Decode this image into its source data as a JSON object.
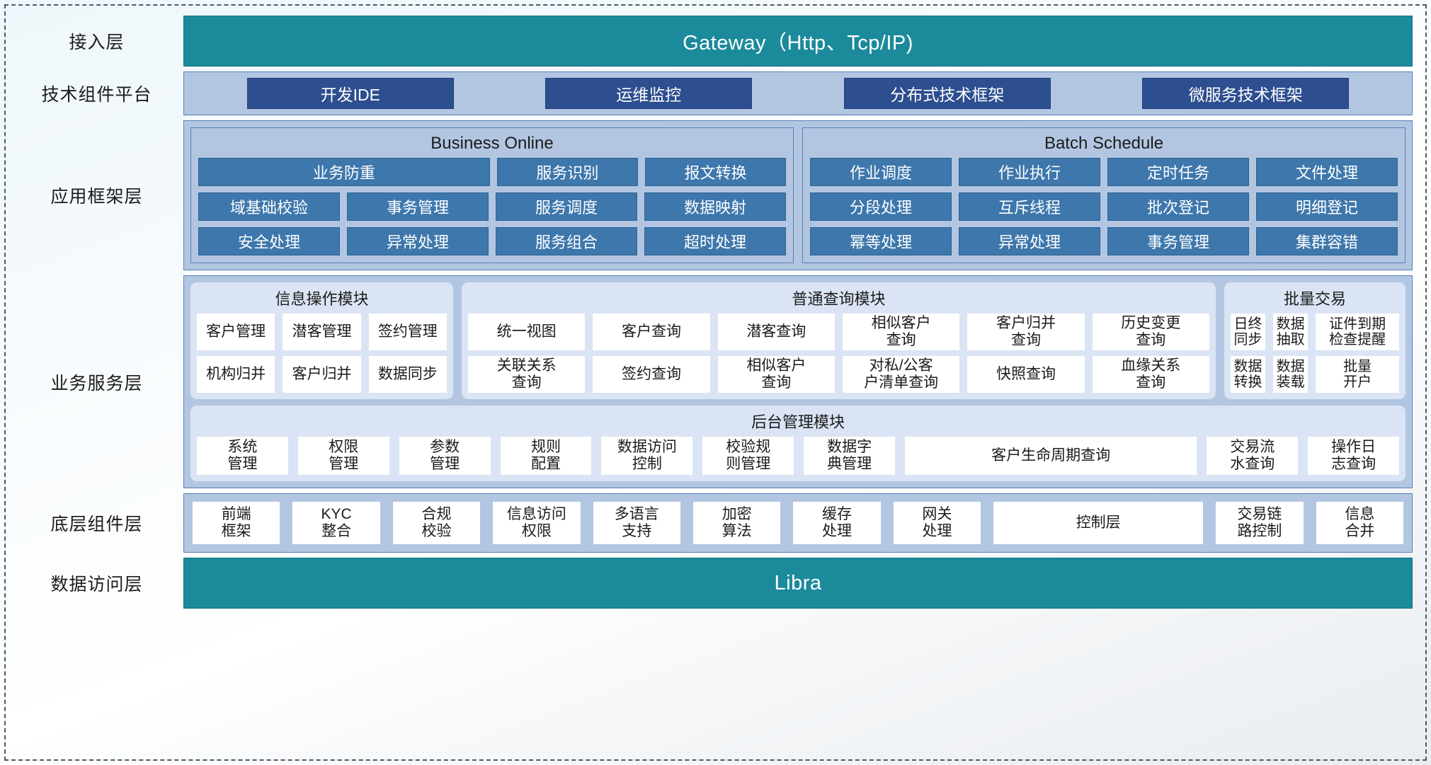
{
  "layers": [
    {
      "id": "access",
      "label": "接入层"
    },
    {
      "id": "tech",
      "label": "技术组件平台"
    },
    {
      "id": "appframe",
      "label": "应用框架层"
    },
    {
      "id": "bizservice",
      "label": "业务服务层"
    },
    {
      "id": "basecomp",
      "label": "底层组件层"
    },
    {
      "id": "dataaccess",
      "label": "数据访问层"
    }
  ],
  "gateway": {
    "title": "Gateway（Http、Tcp/IP)"
  },
  "tech_platform": {
    "items": [
      "开发IDE",
      "运维监控",
      "分布式技术框架",
      "微服务技术框架"
    ]
  },
  "app_framework": {
    "panels": [
      {
        "title": "Business Online",
        "rows": [
          [
            {
              "label": "业务防重",
              "span": 2
            },
            {
              "label": "服务识别",
              "span": 1
            },
            {
              "label": "报文转换",
              "span": 1
            }
          ],
          [
            {
              "label": "域基础校验",
              "span": 1
            },
            {
              "label": "事务管理",
              "span": 1
            },
            {
              "label": "服务调度",
              "span": 1
            },
            {
              "label": "数据映射",
              "span": 1
            }
          ],
          [
            {
              "label": "安全处理",
              "span": 1
            },
            {
              "label": "异常处理",
              "span": 1
            },
            {
              "label": "服务组合",
              "span": 1
            },
            {
              "label": "超时处理",
              "span": 1
            }
          ]
        ]
      },
      {
        "title": "Batch Schedule",
        "rows": [
          [
            {
              "label": "作业调度",
              "span": 1
            },
            {
              "label": "作业执行",
              "span": 1
            },
            {
              "label": "定时任务",
              "span": 1
            },
            {
              "label": "文件处理",
              "span": 1
            }
          ],
          [
            {
              "label": "分段处理",
              "span": 1
            },
            {
              "label": "互斥线程",
              "span": 1
            },
            {
              "label": "批次登记",
              "span": 1
            },
            {
              "label": "明细登记",
              "span": 1
            }
          ],
          [
            {
              "label": "幂等处理",
              "span": 1
            },
            {
              "label": "异常处理",
              "span": 1
            },
            {
              "label": "事务管理",
              "span": 1
            },
            {
              "label": "集群容错",
              "span": 1
            }
          ]
        ]
      }
    ]
  },
  "business_service": {
    "modules": [
      {
        "id": "info-operation",
        "title": "信息操作模块",
        "rows": [
          [
            "客户管理",
            "潜客管理",
            "签约管理"
          ],
          [
            "机构归并",
            "客户归并",
            "数据同步"
          ]
        ]
      },
      {
        "id": "common-query",
        "title": "普通查询模块",
        "rows": [
          [
            "统一视图",
            "客户查询",
            "潜客查询",
            "相似客户\n查询",
            "客户归并\n查询",
            "历史变更\n查询"
          ],
          [
            "关联关系\n查询",
            "签约查询",
            "相似客户\n查询",
            "对私/公客\n户清单查询",
            "快照查询",
            "血缘关系\n查询"
          ]
        ]
      },
      {
        "id": "batch-transaction",
        "title": "批量交易",
        "rows": [
          [
            "日终\n同步",
            "数据\n抽取",
            "证件到期\n检查提醒"
          ],
          [
            "数据\n转换",
            "数据\n装载",
            "批量\n开户"
          ]
        ]
      }
    ],
    "admin_module": {
      "id": "backend-admin",
      "title": "后台管理模块",
      "items": [
        {
          "label": "系统\n管理",
          "wide": false
        },
        {
          "label": "权限\n管理",
          "wide": false
        },
        {
          "label": "参数\n管理",
          "wide": false
        },
        {
          "label": "规则\n配置",
          "wide": false
        },
        {
          "label": "数据访问\n控制",
          "wide": false
        },
        {
          "label": "校验规\n则管理",
          "wide": false
        },
        {
          "label": "数据字\n典管理",
          "wide": false
        },
        {
          "label": "客户生命周期查询",
          "wide": true
        },
        {
          "label": "交易流\n水查询",
          "wide": false
        },
        {
          "label": "操作日\n志查询",
          "wide": false
        }
      ]
    }
  },
  "base_components": {
    "items": [
      {
        "label": "前端\n框架",
        "wide": false
      },
      {
        "label": "KYC\n整合",
        "wide": false
      },
      {
        "label": "合规\n校验",
        "wide": false
      },
      {
        "label": "信息访问\n权限",
        "wide": false
      },
      {
        "label": "多语言\n支持",
        "wide": false
      },
      {
        "label": "加密\n算法",
        "wide": false
      },
      {
        "label": "缓存\n处理",
        "wide": false
      },
      {
        "label": "网关\n处理",
        "wide": false
      },
      {
        "label": "控制层",
        "wide": true
      },
      {
        "label": "交易链\n路控制",
        "wide": false
      },
      {
        "label": "信息\n合并",
        "wide": false
      }
    ]
  },
  "data_access": {
    "title": "Libra"
  },
  "colors": {
    "teal": "#1b8a9b",
    "dark_blue_chip": "#2d4e8f",
    "blue_chip": "#3d77ac",
    "panel_bg": "#b2c6e2",
    "module_bg": "#dbe4f4",
    "white_chip": "#ffffff",
    "frame_border": "#4a5a6a"
  }
}
